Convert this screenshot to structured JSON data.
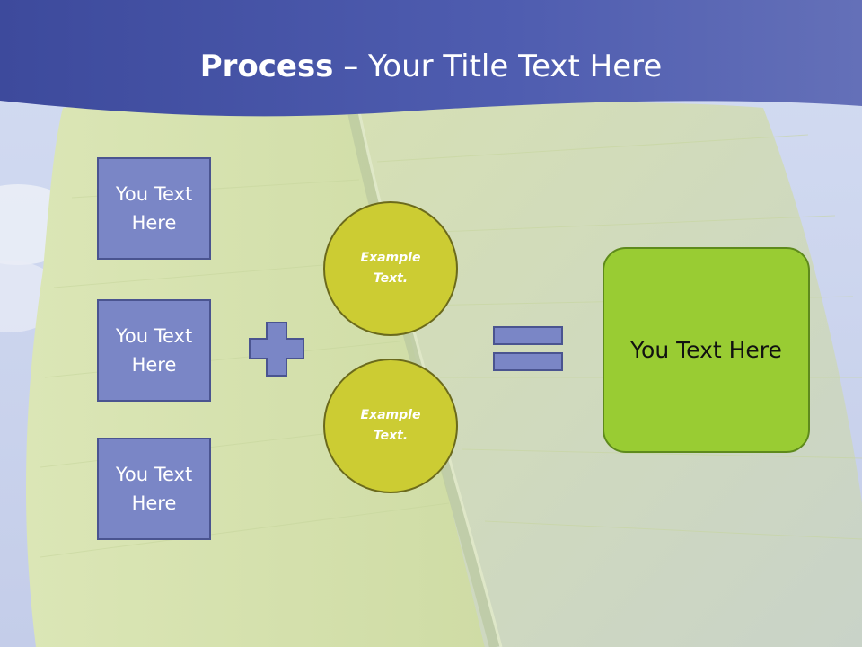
{
  "title": {
    "bold": "Process",
    "rest": " – Your Title Text Here"
  },
  "left_boxes": [
    {
      "line1": "You Text",
      "line2": "Here"
    },
    {
      "line1": "You Text",
      "line2": "Here"
    },
    {
      "line1": "You Text",
      "line2": "Here"
    }
  ],
  "circles": [
    {
      "line1": "Example",
      "line2": "Text."
    },
    {
      "line1": "Example",
      "line2": "Text."
    }
  ],
  "result": {
    "text": "You Text Here"
  },
  "colors": {
    "header_band": "#4a56a8",
    "box_fill": "#7a86c6",
    "circle_fill": "#cccc33",
    "result_fill": "#99cc33",
    "leaf": "#d7e3a8"
  }
}
